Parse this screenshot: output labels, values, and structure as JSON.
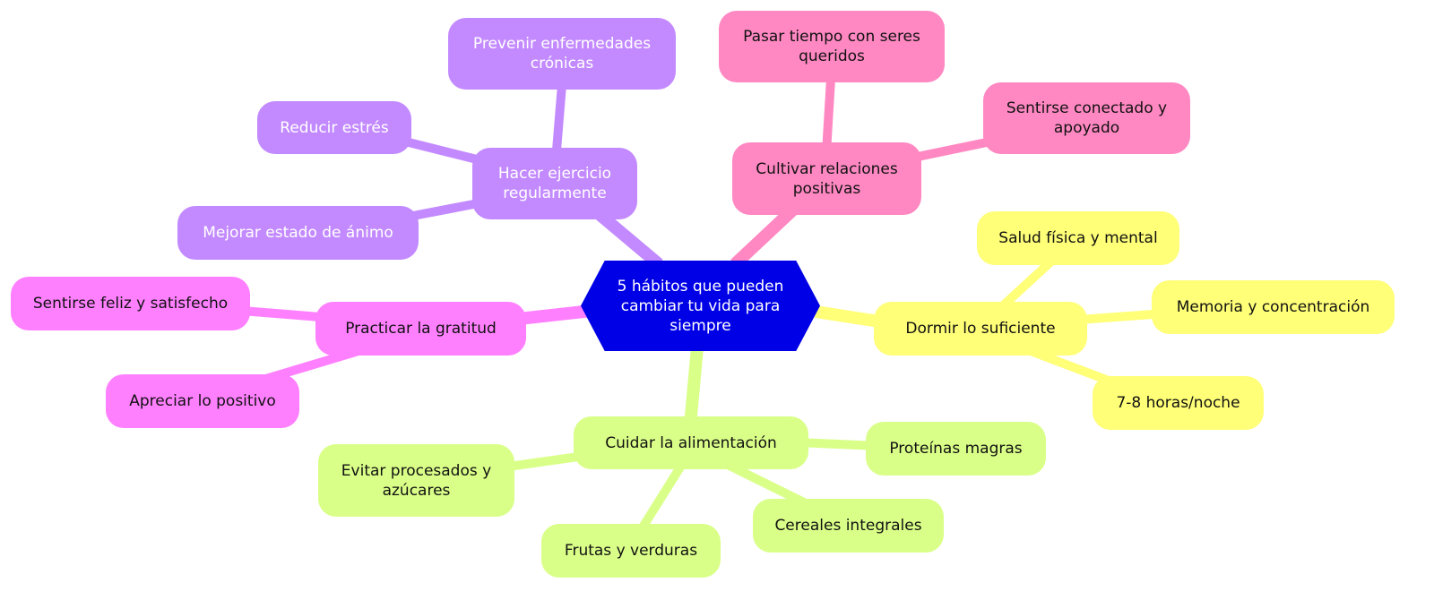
{
  "center": "5 hábitos que pueden cambiar tu vida para siempre",
  "colors": {
    "center": "#0000e6",
    "purple": "#c38aff",
    "pink": "#ff88c2",
    "yellow": "#ffff78",
    "green": "#daff88",
    "magenta": "#ff80ff"
  },
  "branches": {
    "exercise": {
      "label": "Hacer ejercicio regularmente",
      "children": [
        "Prevenir enfermedades crónicas",
        "Reducir estrés",
        "Mejorar estado de ánimo"
      ]
    },
    "relations": {
      "label": "Cultivar relaciones positivas",
      "children": [
        "Pasar tiempo con seres queridos",
        "Sentirse conectado y apoyado"
      ]
    },
    "sleep": {
      "label": "Dormir lo suficiente",
      "children": [
        "Salud física y mental",
        "Memoria y concentración",
        "7-8 horas/noche"
      ]
    },
    "food": {
      "label": "Cuidar la alimentación",
      "children": [
        "Evitar procesados y azúcares",
        "Proteínas magras",
        "Cereales integrales",
        "Frutas y verduras"
      ]
    },
    "gratitude": {
      "label": "Practicar la gratitud",
      "children": [
        "Sentirse feliz y satisfecho",
        "Apreciar lo positivo"
      ]
    }
  }
}
